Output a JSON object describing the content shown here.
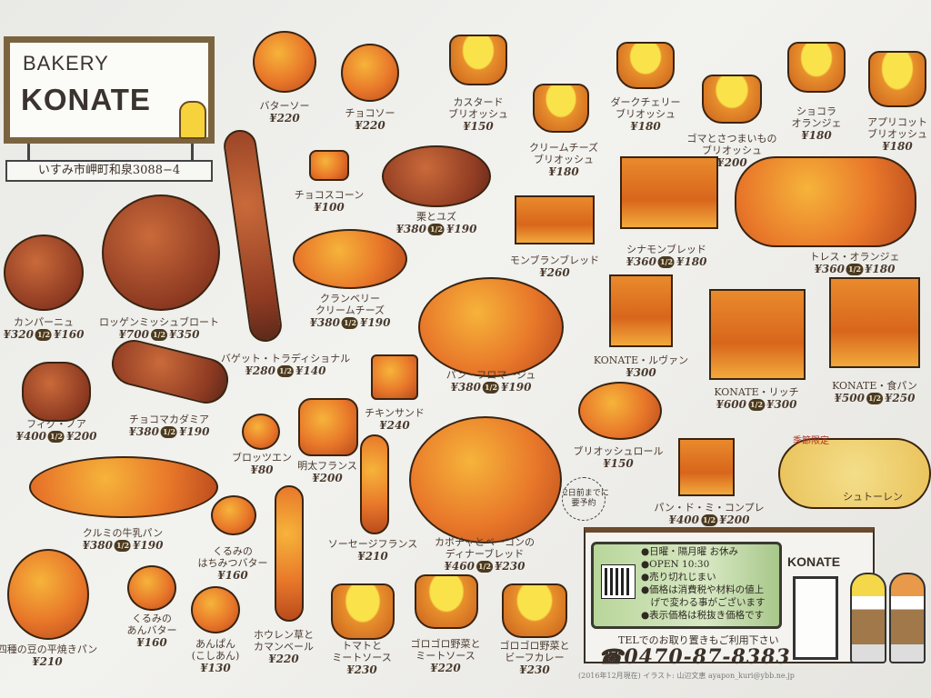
{
  "header": {
    "bakery_label": "BAKERY",
    "shop_name": "KONATE",
    "address": "いすみ市岬町和泉3088−4"
  },
  "half_badge": "1/2",
  "items": [
    {
      "name": "バターソー",
      "price": "¥220"
    },
    {
      "name": "チョコソー",
      "price": "¥220"
    },
    {
      "name": "カスタード\nブリオッシュ",
      "price": "¥150"
    },
    {
      "name": "クリームチーズ\nブリオッシュ",
      "price": "¥180"
    },
    {
      "name": "ダークチェリー\nブリオッシュ",
      "price": "¥180"
    },
    {
      "name": "ゴマとさつまいもの\nブリオッシュ",
      "price": "¥200"
    },
    {
      "name": "ショコラ\nオランジェ",
      "price": "¥180"
    },
    {
      "name": "アプリコット\nブリオッシュ",
      "price": "¥180"
    },
    {
      "name": "チョコスコーン",
      "price": "¥100"
    },
    {
      "name": "栗とユズ",
      "price": "¥380",
      "half_price": "¥190"
    },
    {
      "name": "モンブランブレッド",
      "price": "¥260"
    },
    {
      "name": "シナモンブレッド",
      "price": "¥360",
      "half_price": "¥180"
    },
    {
      "name": "トレス・オランジェ",
      "price": "¥360",
      "half_price": "¥180"
    },
    {
      "name": "カンパーニュ",
      "price": "¥320",
      "half_price": "¥160"
    },
    {
      "name": "ロッゲンミッシュブロート",
      "price": "¥700",
      "half_price": "¥350"
    },
    {
      "name": "クランベリー\nクリームチーズ",
      "price": "¥380",
      "half_price": "¥190"
    },
    {
      "name": "バゲット・トラディショナル",
      "price": "¥280",
      "half_price": "¥140"
    },
    {
      "name": "パン・フロマージュ",
      "price": "¥380",
      "half_price": "¥190"
    },
    {
      "name": "KONATE・ルヴァン",
      "price": "¥300"
    },
    {
      "name": "KONATE・リッチ",
      "price": "¥600",
      "half_price": "¥300"
    },
    {
      "name": "KONATE・食パン",
      "price": "¥500",
      "half_price": "¥250"
    },
    {
      "name": "フィグ・ノア",
      "price": "¥400",
      "half_price": "¥200"
    },
    {
      "name": "チョコマカダミア",
      "price": "¥380",
      "half_price": "¥190"
    },
    {
      "name": "チキンサンド",
      "price": "¥240"
    },
    {
      "name": "ブロッツエン",
      "price": "¥80"
    },
    {
      "name": "明太フランス",
      "price": "¥200"
    },
    {
      "name": "ブリオッシュロール",
      "price": "¥150"
    },
    {
      "name": "クルミの牛乳パン",
      "price": "¥380",
      "half_price": "¥190"
    },
    {
      "name": "ソーセージフランス",
      "price": "¥210"
    },
    {
      "name": "カボチャとベーコンの\nディナーブレッド",
      "price": "¥460",
      "half_price": "¥230"
    },
    {
      "name": "パン・ド・ミ・コンプレ",
      "price": "¥400",
      "half_price": "¥200"
    },
    {
      "name": "シュトーレン"
    },
    {
      "name": "くるみの\nはちみつバター",
      "price": "¥160"
    },
    {
      "name": "ホウレン草と\nカマンベール",
      "price": "¥220"
    },
    {
      "name": "四種の豆の平焼きパン",
      "price": "¥210"
    },
    {
      "name": "くるみの\nあんバター",
      "price": "¥160"
    },
    {
      "name": "あんぱん\n(こしあん)",
      "price": "¥130"
    },
    {
      "name": "トマトと\nミートソース",
      "price": "¥230"
    },
    {
      "name": "ゴロゴロ野菜と\nミートソース",
      "price": "¥220"
    },
    {
      "name": "ゴロゴロ野菜と\nビーフカレー",
      "price": "¥230"
    }
  ],
  "seasonal_label": "季節限定",
  "reservation_note": "2日前までに\n要予約",
  "shop": {
    "name": "KONATE",
    "info_lines": [
      "●日曜・隔月曜 お休み",
      "●OPEN 10:30",
      "●売り切れじまい",
      "●価格は消費税や材料の値上\n　げで変わる事がございます",
      "●表示価格は税抜き価格です"
    ],
    "tel_note": "TELでのお取り置きもご利用下さい",
    "phone": "☎0470-87-8383",
    "credit": "(2016年12月現在) イラスト: 山辺文恵 ayapon_kuri@ybb.ne.jp"
  },
  "colors": {
    "frame": "#7a6440",
    "crust": "#e8772a",
    "board": "#c4dcaa"
  }
}
